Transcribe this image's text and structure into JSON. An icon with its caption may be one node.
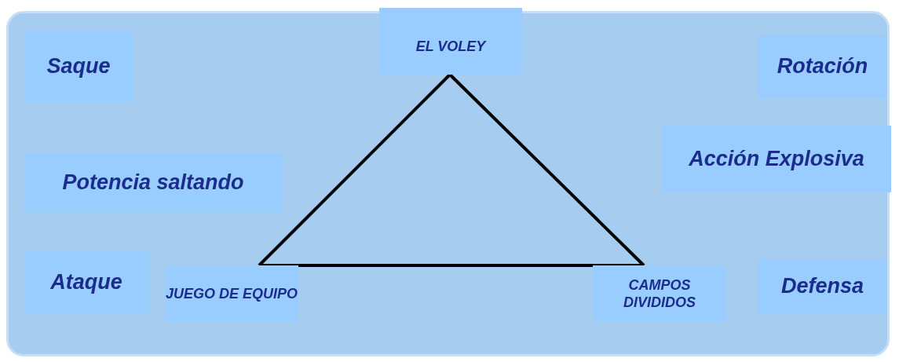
{
  "diagram": {
    "nodes": [
      {
        "text": [
          "EL VOLEY"
        ]
      },
      {
        "text": [
          "Saque"
        ]
      },
      {
        "text": [
          "Rotación"
        ]
      },
      {
        "text": [
          "Potencia saltando"
        ]
      },
      {
        "text": [
          "Acción Explosiva"
        ]
      },
      {
        "text": [
          "Ataque"
        ]
      },
      {
        "text": [
          "JUEGO DE EQUIPO"
        ]
      },
      {
        "text": [
          "CAMPOS DIVIDIDOS"
        ]
      },
      {
        "text": [
          "Defensa"
        ]
      }
    ],
    "edges": [
      {
        "from": 0,
        "to": 6,
        "arrow": "none"
      },
      {
        "from": 6,
        "to": 7,
        "arrow": "none"
      },
      {
        "from": 7,
        "to": 0,
        "arrow": "none"
      }
    ]
  }
}
